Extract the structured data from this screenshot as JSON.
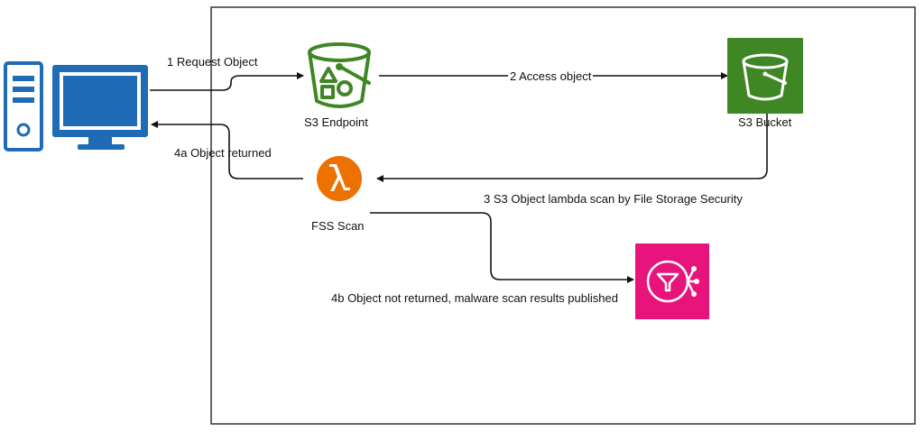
{
  "nodes": {
    "client": {
      "icon": "desktop-computer-icon"
    },
    "s3_endpoint": {
      "label": "S3 Endpoint",
      "icon": "s3-endpoint-bucket-icon",
      "color": "#3F8624"
    },
    "s3_bucket": {
      "label": "S3 Bucket",
      "icon": "s3-bucket-icon",
      "color": "#3F8624"
    },
    "fss_scan": {
      "label": "FSS Scan",
      "icon": "lambda-icon",
      "color": "#ED7100"
    },
    "sns_topic": {
      "icon": "sns-filter-fanout-icon",
      "color": "#E7157B"
    }
  },
  "edges": {
    "request_object": "1 Request Object",
    "access_object": "2 Access object",
    "lambda_scan": "3 S3 Object lambda scan by File Storage Security",
    "object_returned": "4a Object returned",
    "object_not_returned": "4b Object not returned, malware scan results published"
  },
  "colors": {
    "monitor_blue": "#1F6BB5",
    "arrow": "#111111",
    "boundary": "#333333"
  }
}
